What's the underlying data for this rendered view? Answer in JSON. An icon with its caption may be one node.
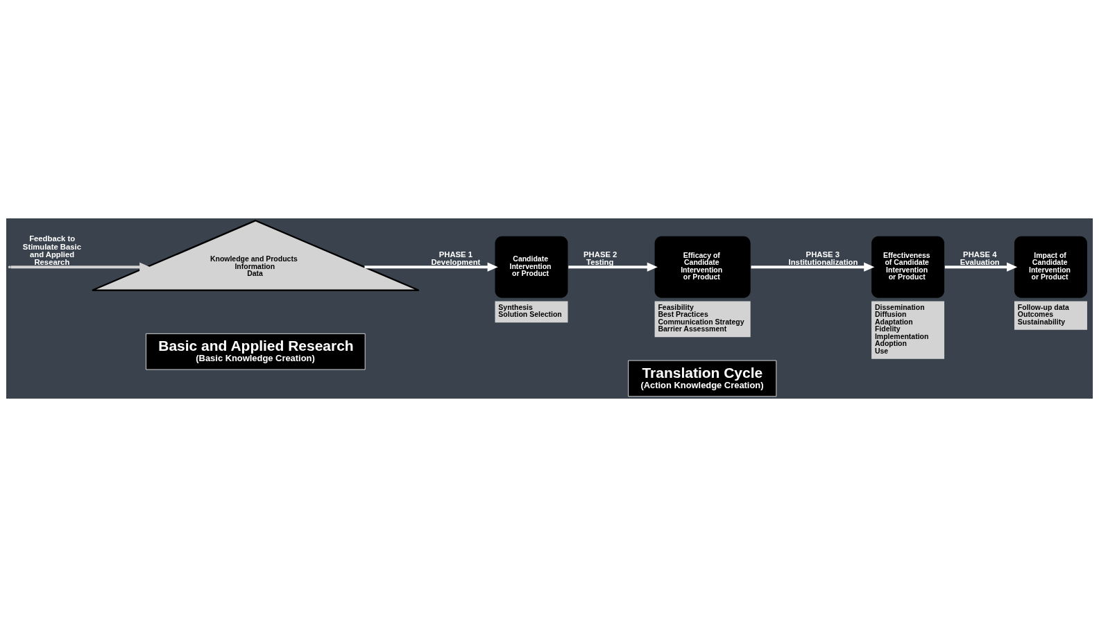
{
  "diagram": {
    "nodes": [
      {
        "text": [
          "Basic and Applied Research",
          "(Basic Knowledge Creation)"
        ]
      },
      {
        "text": [
          "Translation Cycle",
          "(Action Knowledge Creation)"
        ]
      },
      {
        "text": [
          "Knowledge and Products",
          "Information",
          "Data"
        ]
      },
      {
        "text": [
          "Candidate Intervention or Product"
        ],
        "beside": [
          "Synthesis",
          "Solution Selection"
        ]
      },
      {
        "text": [
          "Efficacy of Candidate Intervention or Product"
        ],
        "beside": [
          "Feasibility",
          "Best Practices",
          "Communication Strategy",
          "Barrier Assessment"
        ]
      },
      {
        "text": [
          "Effectiveness of Candidate Intervention or Product"
        ],
        "beside": [
          "Dissemination",
          "Diffusion",
          "Adaptation",
          "Fidelity",
          "Implementation",
          "Adoption",
          "Use"
        ]
      },
      {
        "text": [
          "Impact of Candidate Intervention or Product"
        ],
        "beside": [
          "Follow-up data",
          "Outcomes",
          "Sustainability"
        ]
      }
    ],
    "edges": [
      {
        "from": 2,
        "to": 3,
        "arrow": "to",
        "label": "PHASE 1 Development"
      },
      {
        "from": 3,
        "to": 4,
        "arrow": "to",
        "label": "PHASE 2 Testing"
      },
      {
        "from": 4,
        "to": 5,
        "arrow": "to",
        "label": "PHASE 3 Institutionalization"
      },
      {
        "from": 5,
        "to": 6,
        "arrow": "to",
        "label": "PHASE 4 Evaluation"
      },
      {
        "from": null,
        "to": 2,
        "arrow": "to",
        "label": "Feedback to Stimulate Basic and Applied Research"
      }
    ]
  }
}
